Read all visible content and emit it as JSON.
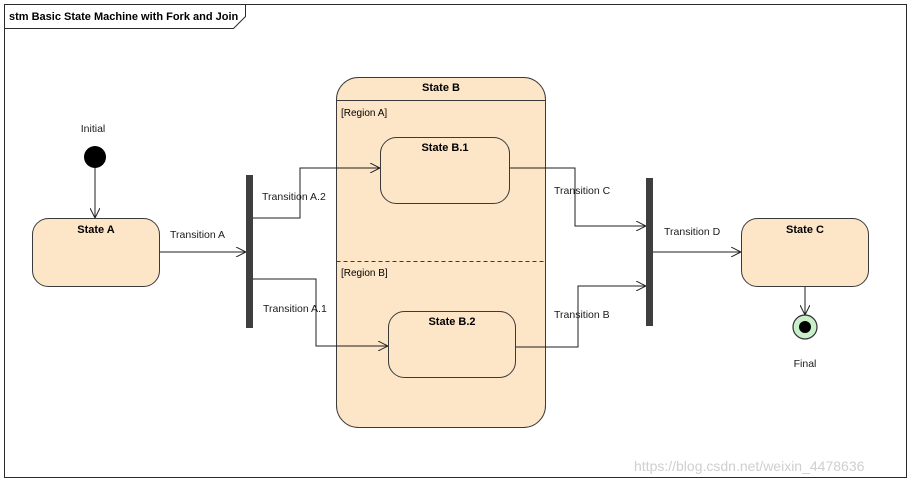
{
  "diagram": {
    "frame_title": "stm Basic State Machine with Fork and Join",
    "initial_label": "Initial",
    "final_label": "Final",
    "states": {
      "state_a": "State A",
      "state_b": "State B",
      "state_b1": "State B.1",
      "state_b2": "State B.2",
      "state_c": "State C"
    },
    "regions": {
      "region_a": "[Region A]",
      "region_b": "[Region B]"
    },
    "transitions": {
      "a": "Transition A",
      "a2": "Transition A.2",
      "a1": "Transition A.1",
      "c": "Transition C",
      "b": "Transition B",
      "d": "Transition D"
    }
  },
  "watermark": "https://blog.csdn.net/weixin_4478636",
  "colors": {
    "state_fill": "#fde6c8",
    "final_fill": "#c9efc9",
    "bar": "#3f3f3f"
  }
}
